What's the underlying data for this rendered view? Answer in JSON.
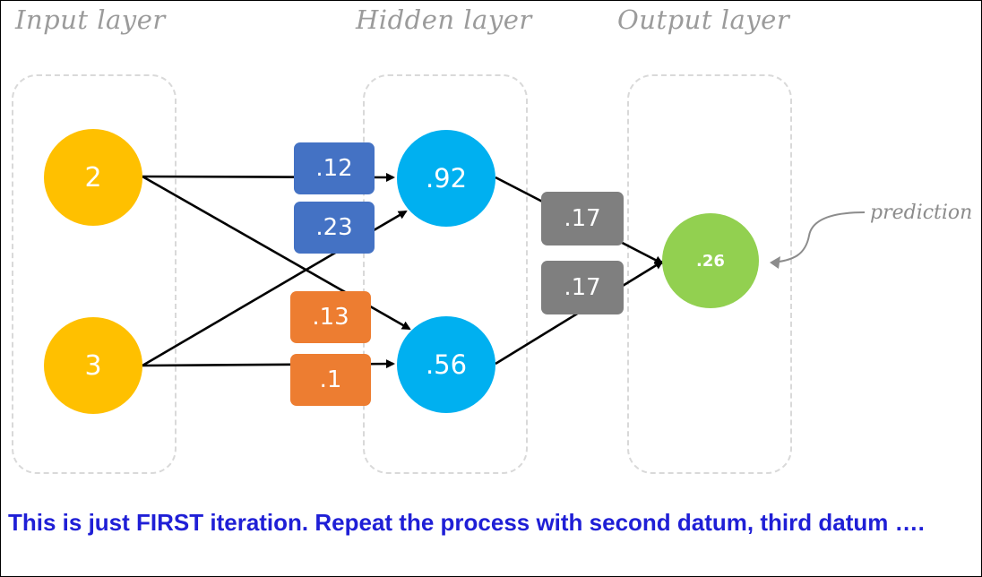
{
  "titles": {
    "input": "Input layer",
    "hidden": "Hidden layer",
    "output": "Output layer"
  },
  "nodes": {
    "input": [
      "2",
      "3"
    ],
    "hidden": [
      ".92",
      ".56"
    ],
    "output": ".26"
  },
  "weights": {
    "input_to_hidden_blue": [
      ".12",
      ".23"
    ],
    "input_to_hidden_orange": [
      ".13",
      ".1"
    ],
    "hidden_to_output": [
      ".17",
      ".17"
    ]
  },
  "annotation": {
    "prediction_label": "prediction"
  },
  "caption": "This is just FIRST iteration. Repeat the process with second datum, third datum ….",
  "colors": {
    "input_node": "#ffc000",
    "hidden_node": "#00b0f0",
    "output_node": "#92d050",
    "weight_blue": "#4472c4",
    "weight_orange": "#ed7d31",
    "weight_gray": "#7f7f7f",
    "caption_text": "#1f1fd6",
    "title_text": "#9b9b9b"
  }
}
